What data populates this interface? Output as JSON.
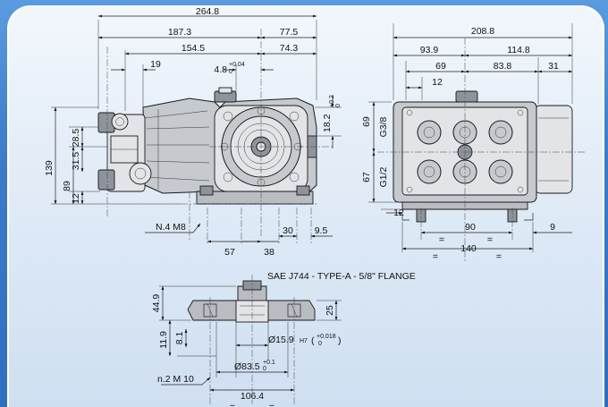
{
  "diagram": {
    "side_view": {
      "dims": {
        "overall_length": "264.8",
        "to_flange_face": "187.3",
        "flange_to_end": "77.5",
        "to_shaft_axis": "154.5",
        "shaft_to_end": "74.3",
        "port_offset": "19",
        "keyway": "4.8",
        "keyway_tol_upper": "+0.04",
        "keyway_tol_lower": "0",
        "key_height": "18.2",
        "key_height_tol_upper": "+0.2",
        "key_height_tol_lower": "0",
        "overall_height": "139",
        "shaft_height": "89",
        "port_upper": "28.5",
        "port_lower": "31.5",
        "base_offset": "12",
        "mount_holes": "N.4 M8",
        "hole_pitch_a": "57",
        "hole_pitch_b": "38",
        "foot_width": "30",
        "foot_edge": "9.5"
      }
    },
    "front_view": {
      "dims": {
        "overall_width": "208.8",
        "left_to_axis": "93.9",
        "axis_to_right": "114.8",
        "inlet_left": "69",
        "inlet_right": "83.8",
        "right_margin": "31",
        "top_offset": "12",
        "upper_port_height": "69",
        "lower_port_height": "67",
        "upper_port_thread": "G3/8",
        "lower_port_thread": "G1/2",
        "foot_offset": "12",
        "base_hole_pitch": "90",
        "base_width": "140",
        "base_edge": "9",
        "equal_mark": "="
      }
    },
    "flange_view": {
      "title": "SAE J744 - TYPE-A - 5/8\" FLANGE",
      "dims": {
        "height": "44.9",
        "boss_height": "25",
        "lower_a": "11.9",
        "lower_b": "8.1",
        "shaft_dia": "Ø15.9",
        "shaft_fit": "H7",
        "shaft_tol_upper": "+0.018",
        "shaft_tol_lower": "0",
        "pilot_dia": "Ø83.5",
        "pilot_tol_upper": "+0.1",
        "pilot_tol_lower": "0",
        "bolt_holes": "n.2 M 10",
        "bolt_pitch": "106.4",
        "equal_mark": "="
      }
    }
  }
}
